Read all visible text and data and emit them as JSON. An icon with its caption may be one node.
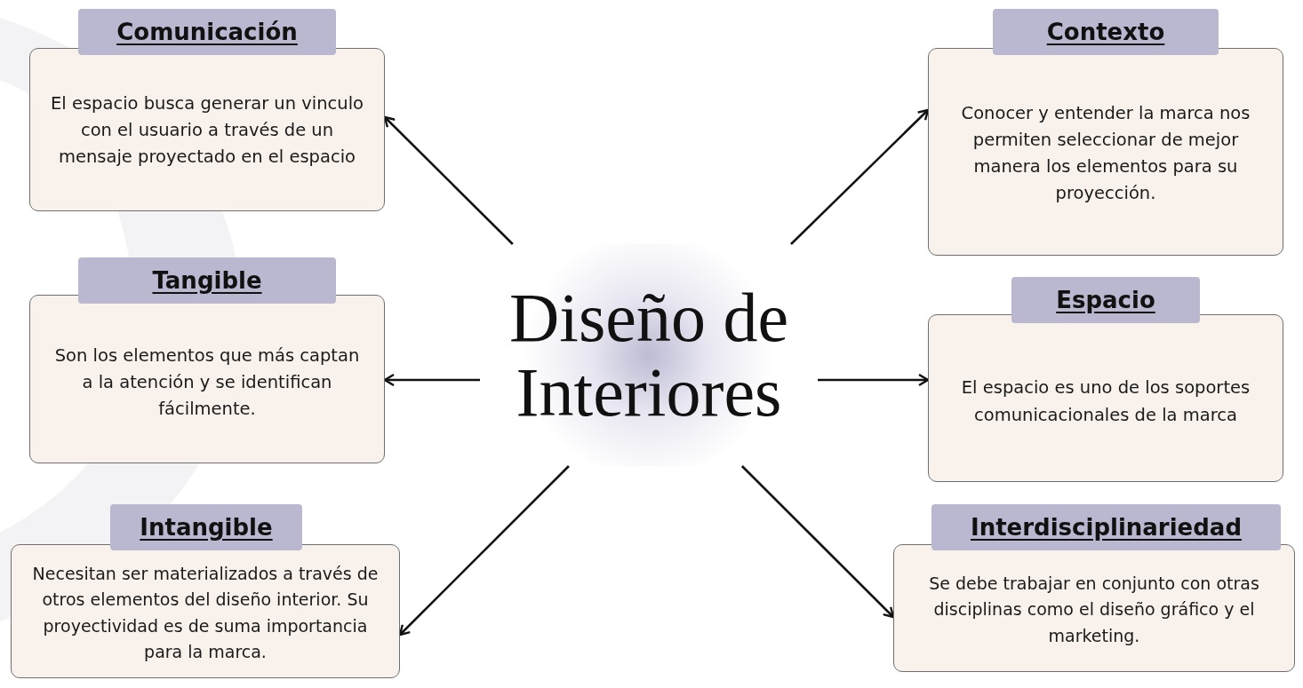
{
  "diagram": {
    "nodes": [
      {
        "text": [
          "Diseño de Interiores"
        ]
      },
      {
        "text": [
          "Comunicación",
          "El espacio busca generar un vinculo con el usuario a través de un mensaje proyectado en el espacio"
        ]
      },
      {
        "text": [
          "Contexto",
          "Conocer y entender la marca nos permiten seleccionar de mejor manera los elementos para su proyección."
        ]
      },
      {
        "text": [
          "Tangible",
          "Son los elementos que más captan a la atención y se identifican fácilmente."
        ]
      },
      {
        "text": [
          "Espacio",
          "El espacio es uno de los soportes comunicacionales de la marca"
        ]
      },
      {
        "text": [
          "Intangible",
          "Necesitan ser materializados a través de otros elementos del diseño interior. Su proyectividad es de suma importancia para la marca."
        ]
      },
      {
        "text": [
          "Interdisciplinariedad",
          "Se debe trabajar en conjunto con otras disciplinas como el diseño gráfico y el marketing."
        ]
      }
    ],
    "edges": [
      {
        "from": 0,
        "to": 1,
        "arrow": "to"
      },
      {
        "from": 0,
        "to": 2,
        "arrow": "to"
      },
      {
        "from": 0,
        "to": 3,
        "arrow": "to"
      },
      {
        "from": 0,
        "to": 4,
        "arrow": "to"
      },
      {
        "from": 0,
        "to": 5,
        "arrow": "to"
      },
      {
        "from": 0,
        "to": 6,
        "arrow": "to"
      }
    ]
  }
}
